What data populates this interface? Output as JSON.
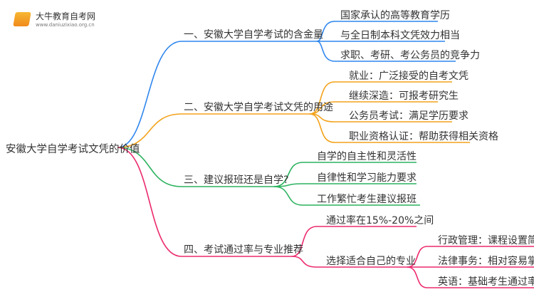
{
  "logo": {
    "name": "大牛教育自考网",
    "url": "www.daniuzixiao.org.cn"
  },
  "root": "安徽大学自学考试文凭的价值",
  "colors": {
    "b1": "#2f86ee",
    "b2": "#f3a21a",
    "b3": "#2bb25e",
    "b4": "#ec2a6e"
  },
  "branches": [
    {
      "label": "一、安徽大学自学考试的含金量",
      "children": [
        "国家承认的高等教育学历",
        "与全日制本科文凭效力相当",
        "求职、考研、考公务员的竞争力"
      ]
    },
    {
      "label": "二、安徽大学自学考试文凭的用途",
      "children": [
        "就业：广泛接受的自考文凭",
        "继续深造：可报考研究生",
        "公务员考试：满足学历要求",
        "职业资格认证：帮助获得相关资格"
      ]
    },
    {
      "label": "三、建议报班还是自学?",
      "children": [
        "自学的自主性和灵活性",
        "自律性和学习能力要求",
        "工作繁忙考生建议报班"
      ]
    },
    {
      "label": "四、考试通过率与专业推荐",
      "children": [
        "通过率在15%-20%之间",
        "选择适合自己的专业"
      ],
      "grandchildren": [
        "行政管理：课程设置简单",
        "法律事务：相对容易掌握",
        "英语：基础考生通过率高"
      ]
    }
  ]
}
